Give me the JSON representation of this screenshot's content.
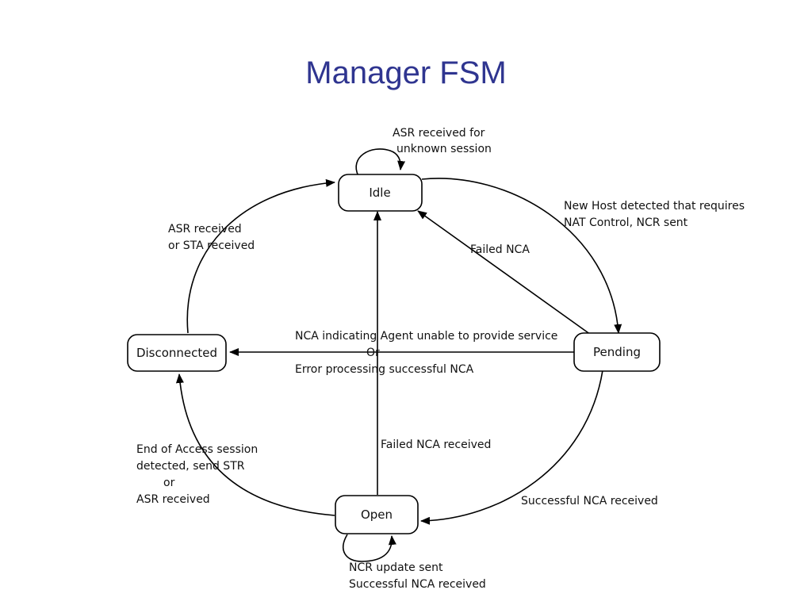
{
  "title": "Manager FSM",
  "states": {
    "idle": "Idle",
    "disconnected": "Disconnected",
    "pending": "Pending",
    "open": "Open"
  },
  "labels": {
    "idle_self": [
      "ASR received for",
      "unknown session"
    ],
    "idle_to_pending": [
      "New Host detected that requires",
      "NAT Control, NCR sent"
    ],
    "disconnected_to_idle": [
      "ASR received",
      "or STA received"
    ],
    "pending_to_idle": [
      "Failed NCA"
    ],
    "pending_to_disconnected": [
      "NCA indicating Agent unable to provide service",
      "Or",
      "Error processing successful NCA"
    ],
    "open_to_idle": [
      "Failed NCA received"
    ],
    "open_to_disconnected": [
      "End of Access session",
      "detected, send STR",
      "or",
      "ASR received"
    ],
    "pending_to_open": [
      "Successful NCA received"
    ],
    "open_self": [
      "NCR update sent",
      "Successful NCA received"
    ]
  },
  "colors": {
    "title": "#2f3590",
    "stroke": "#000000"
  }
}
